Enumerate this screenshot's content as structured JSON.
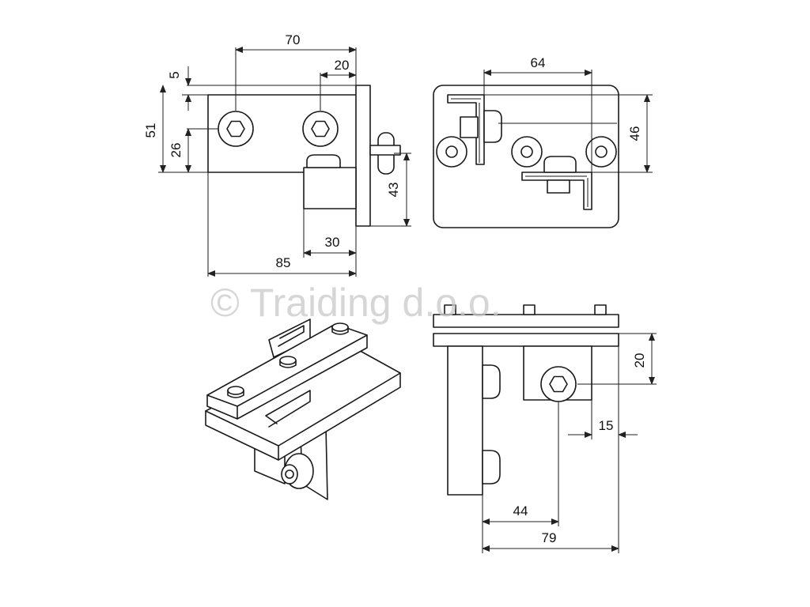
{
  "watermark": "© Traiding d.o.o.",
  "colors": {
    "line": "#1a1a1a",
    "watermark": "#c9c9c9",
    "background": "#ffffff"
  },
  "dimensions": {
    "top_width": "70",
    "top_offset": "20",
    "top_gap": "5",
    "height_total": "51",
    "height_hole": "26",
    "right_height": "43",
    "bottom_short": "30",
    "bottom_total": "85",
    "plan_width": "64",
    "plan_height": "46",
    "side_height": "20",
    "side_offset": "15",
    "side_short": "44",
    "side_total": "79"
  }
}
